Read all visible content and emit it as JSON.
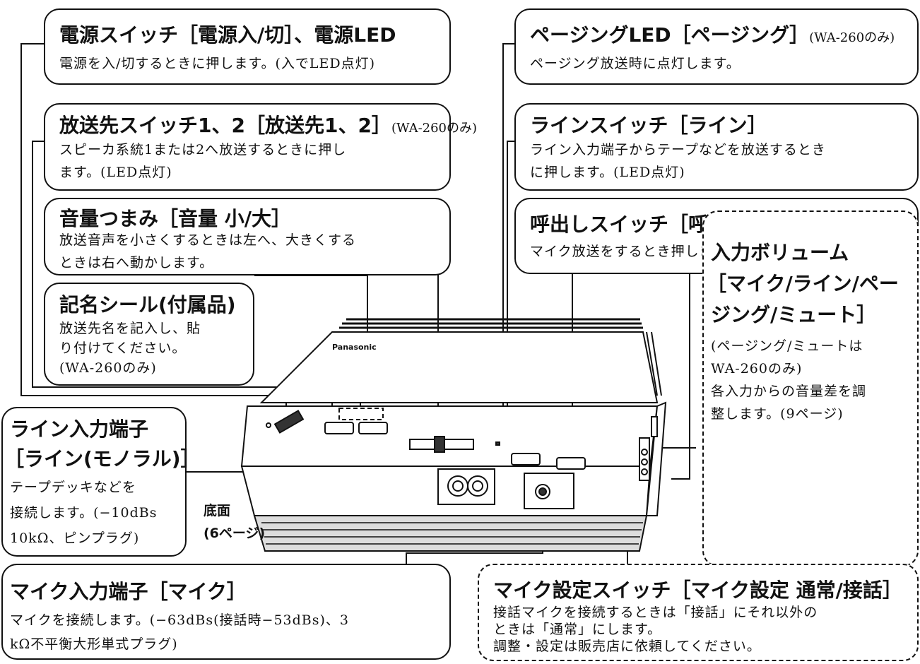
{
  "callouts": {
    "power": {
      "title": "電源スイッチ［電源入/切］、電源LED",
      "desc": "電源を入/切するときに押します。(入でLED点灯)"
    },
    "dest": {
      "title": "放送先スイッチ1、2［放送先1、2］",
      "note": "(WA-260のみ)",
      "desc1": "スピーカ系統1または2へ放送するときに押し",
      "desc2": "ます。(LED点灯)"
    },
    "volume": {
      "title": "音量つまみ［音量 小/大］",
      "desc1": "放送音声を小さくするときは左へ、大きくする",
      "desc2": "ときは右へ動かします。"
    },
    "label_sticker": {
      "title": "記名シール(付属品)",
      "desc1": "放送先名を記入し、貼",
      "desc2": "り付けてください。",
      "desc3": "(WA-260のみ)"
    },
    "line_input": {
      "title1": "ライン入力端子",
      "title2": "［ライン(モノラル)］",
      "desc1": "テープデッキなどを",
      "desc2": "接続します。(−10dBs",
      "desc3": "10kΩ、ピンプラグ)"
    },
    "paging_led": {
      "title": "ページングLED［ページング］",
      "note": "(WA-260のみ)",
      "desc": "ページング放送時に点灯します。"
    },
    "line_switch": {
      "title": "ラインスイッチ［ライン］",
      "desc1": "ライン入力端子からテープなどを放送するとき",
      "desc2": "に押します。(LED点灯)"
    },
    "call_switch": {
      "title": "呼出しスイッチ［呼出し］",
      "desc": "マイク放送をするとき押します。(LED点灯)"
    },
    "input_volume": {
      "title1": "入力ボリューム",
      "title2": "［マイク/ライン/ペー",
      "title3": "ジング/ミュート］",
      "desc1": "(ページング/ミュートは",
      "desc2": "WA-260のみ)",
      "desc3": "各入力からの音量差を調",
      "desc4": "整します。(9ページ)"
    },
    "mic_input": {
      "title": "マイク入力端子［マイク］",
      "desc1": "マイクを接続します。(−63dBs(接話時−53dBs)、3",
      "desc2": "kΩ不平衡大形単式プラグ)"
    },
    "mic_setting": {
      "title": "マイク設定スイッチ［マイク設定 通常/接話］",
      "desc1": "接話マイクを接続するときは「接話」にそれ以外の",
      "desc2": "ときは「通常」にします。",
      "desc3": "調整・設定は販売店に依頼してください。"
    },
    "bottom": {
      "label1": "底面",
      "label2": "(6ページ)"
    }
  },
  "device": {
    "brand": "Panasonic"
  }
}
